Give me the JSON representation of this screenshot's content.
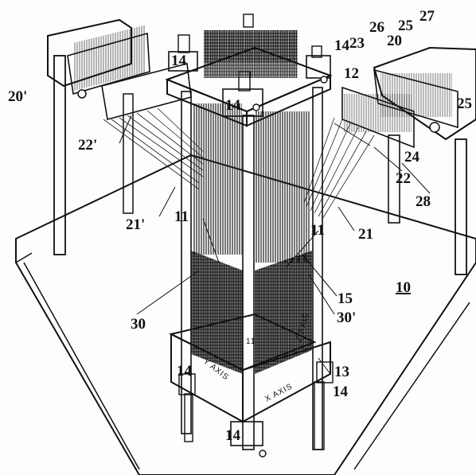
{
  "labels": {
    "l10": "10",
    "l11a": "11",
    "l11b": "11",
    "l12": "12",
    "l13": "13",
    "l14a": "14",
    "l14b": "14",
    "l14c": "14",
    "l14d": "14",
    "l14e": "14",
    "l14f": "14",
    "l15": "15",
    "l20": "20",
    "l20p": "20'",
    "l21": "21",
    "l21p": "21'",
    "l22": "22",
    "l22p": "22'",
    "l23": "23",
    "l24": "24",
    "l25a": "25",
    "l25b": "25",
    "l26": "26",
    "l27": "27",
    "l28": "28",
    "l30": "30",
    "l30p": "30'",
    "small_mark": "11"
  },
  "axes": {
    "x_axis": "X AXIS",
    "y_axis": "Y AXIS",
    "z_axis": "Z AXIS"
  },
  "colors": {
    "ink": "#111111",
    "paper": "#fdfdfd",
    "fiber_dark": "#1a1a1a"
  }
}
